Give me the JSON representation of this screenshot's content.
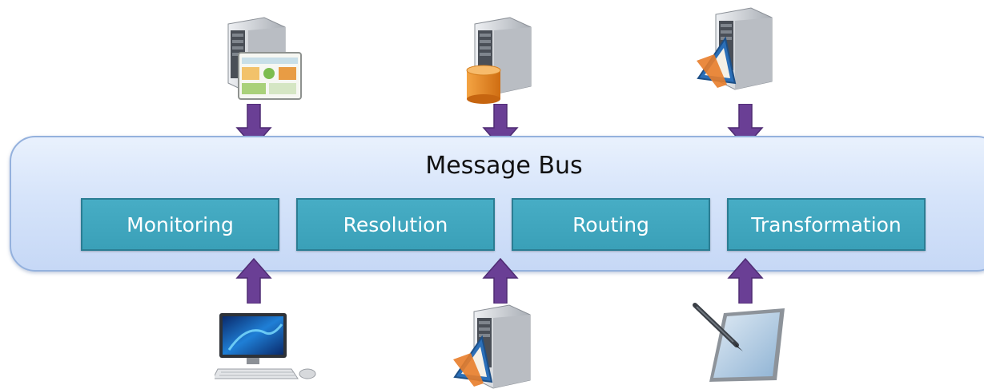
{
  "bus": {
    "title": "Message Bus"
  },
  "modules": [
    {
      "label": "Monitoring"
    },
    {
      "label": "Resolution"
    },
    {
      "label": "Routing"
    },
    {
      "label": "Transformation"
    }
  ],
  "colors": {
    "bus_fill": "#d6e4fa",
    "module_fill": "#3aa0b8",
    "arrow": "#6a3f95",
    "server": "#c9ccd1"
  },
  "icons": {
    "top": [
      "server-dashboard-icon",
      "server-database-icon",
      "server-designer-icon"
    ],
    "bottom": [
      "desktop-computer-icon",
      "server-designer-icon",
      "pen-tablet-icon"
    ]
  }
}
